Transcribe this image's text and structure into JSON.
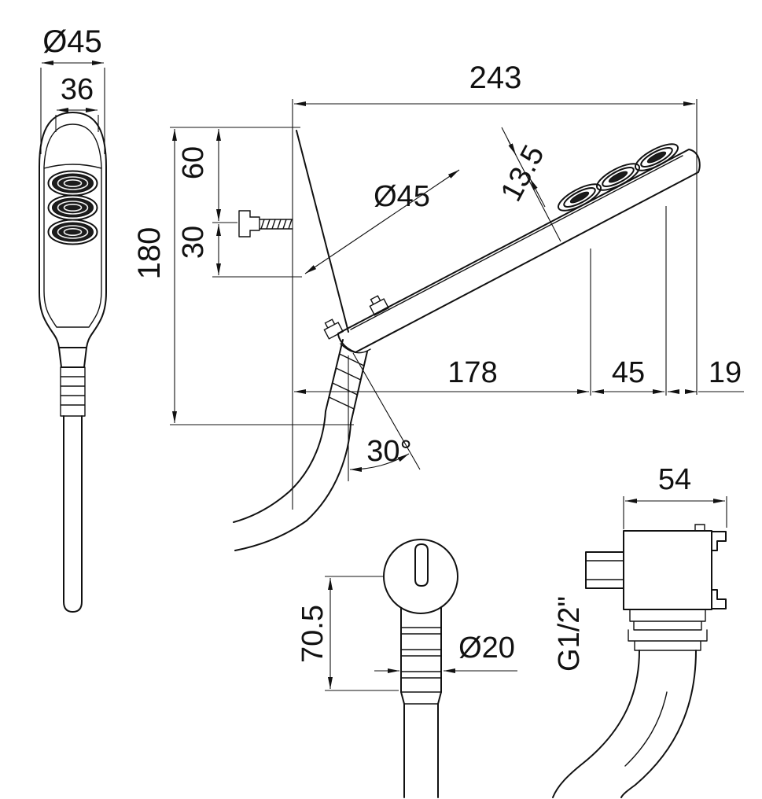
{
  "drawing": {
    "views": {
      "front": {
        "head_diameter": "Ø45",
        "face_width": "36"
      },
      "side": {
        "overall_length": "243",
        "height": "180",
        "offset_60": "60",
        "offset_30": "30",
        "head_diameter": "Ø45",
        "head_thickness": "13.5",
        "len_178": "178",
        "len_45": "45",
        "len_19": "19",
        "spray_angle": "30°"
      },
      "handle": {
        "length": "70.5",
        "diameter": "Ø20"
      },
      "wall_outlet": {
        "width": "54",
        "thread": "G1/2\""
      }
    }
  }
}
